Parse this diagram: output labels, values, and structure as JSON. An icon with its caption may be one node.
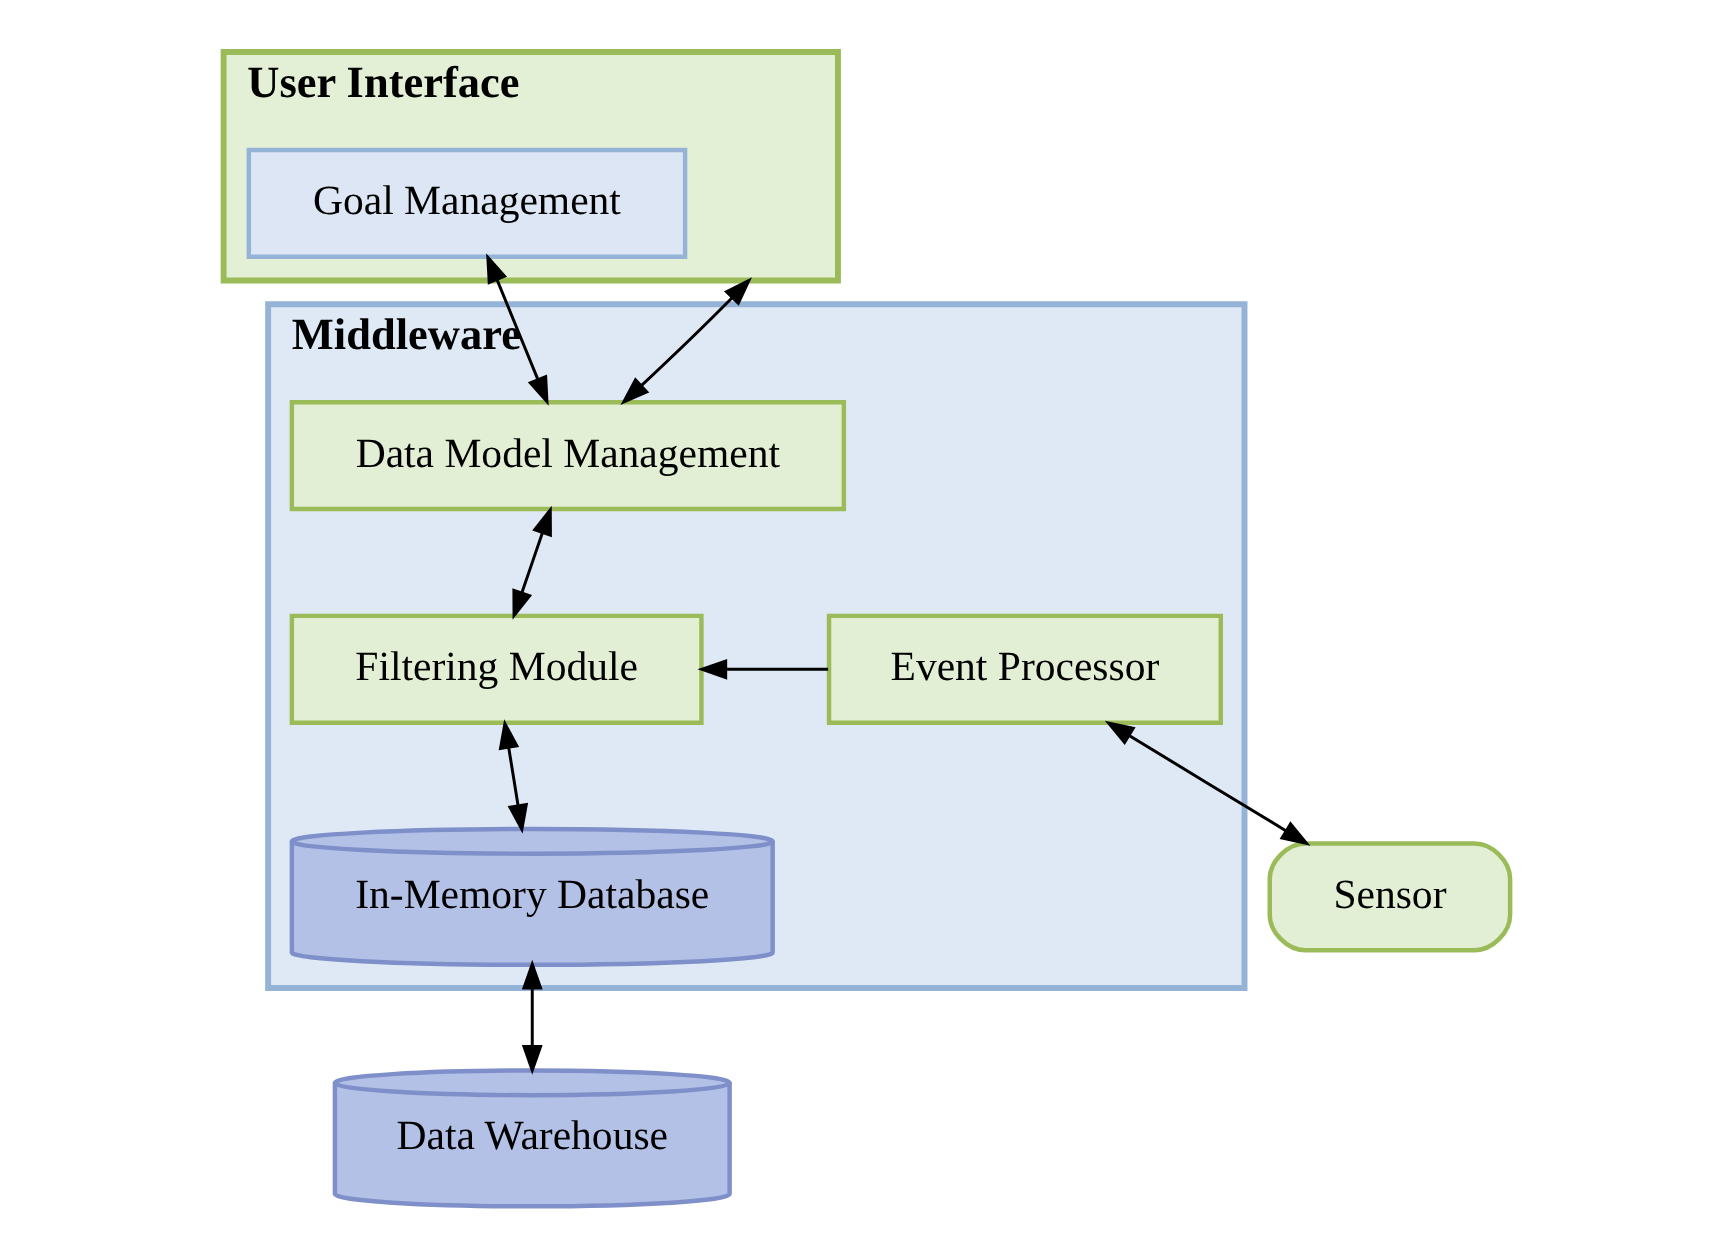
{
  "diagram": {
    "nodes": [
      {
        "text": [
          "User Interface"
        ]
      },
      {
        "text": [
          "Goal Management"
        ],
        "in": 0
      },
      {
        "text": [
          "Middleware"
        ]
      },
      {
        "text": [
          "Data Model Management"
        ],
        "in": 2
      },
      {
        "text": [
          "Filtering Module"
        ],
        "in": 2
      },
      {
        "text": [
          "Event Processor"
        ],
        "in": 2
      },
      {
        "text": [
          "In-Memory Database"
        ],
        "in": 2
      },
      {
        "text": [
          "Sensor"
        ]
      },
      {
        "text": [
          "Data Warehouse"
        ]
      }
    ],
    "edges": [
      {
        "from": 0,
        "to": 3,
        "arrow": "both"
      },
      {
        "from": 1,
        "to": 3,
        "arrow": "both"
      },
      {
        "from": 3,
        "to": 4,
        "arrow": "both"
      },
      {
        "from": 5,
        "to": 4,
        "arrow": "to"
      },
      {
        "from": 5,
        "to": 7,
        "arrow": "both"
      },
      {
        "from": 4,
        "to": 6,
        "arrow": "both"
      },
      {
        "from": 6,
        "to": 8,
        "arrow": "both"
      }
    ]
  }
}
